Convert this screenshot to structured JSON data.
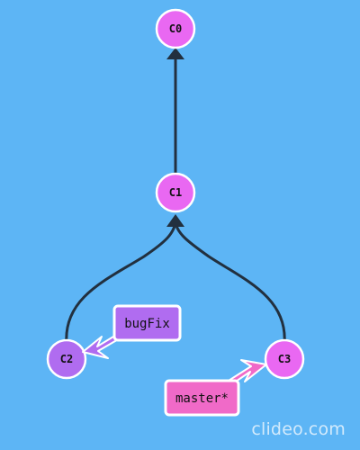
{
  "colors": {
    "background": "#5db5f5",
    "commit_fill": "#e968f2",
    "commit_fill_purple": "#b06cf0",
    "edge": "#22303f",
    "branch_bugfix": "#b06cf0",
    "branch_master": "#f06ac8",
    "outline": "#ffffff"
  },
  "commits": [
    {
      "id": "c0",
      "label": "C0",
      "color_key": "commit_fill"
    },
    {
      "id": "c1",
      "label": "C1",
      "color_key": "commit_fill"
    },
    {
      "id": "c2",
      "label": "C2",
      "color_key": "commit_fill_purple"
    },
    {
      "id": "c3",
      "label": "C3",
      "color_key": "commit_fill"
    }
  ],
  "edges": [
    {
      "from": "c1",
      "to": "c0"
    },
    {
      "from": "c2",
      "to": "c1"
    },
    {
      "from": "c3",
      "to": "c1"
    }
  ],
  "branches": [
    {
      "id": "bugfix",
      "label": "bugFix",
      "target": "c2",
      "color_key": "branch_bugfix"
    },
    {
      "id": "master",
      "label": "master*",
      "target": "c3",
      "color_key": "branch_master"
    }
  ],
  "watermark": "clideo.com"
}
